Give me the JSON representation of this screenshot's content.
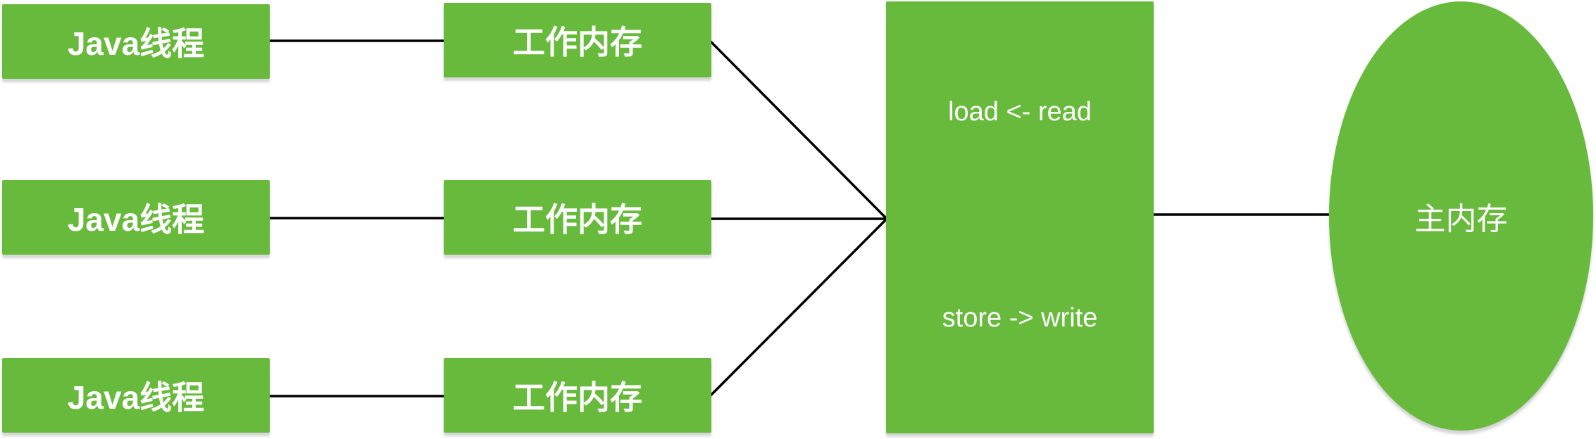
{
  "colors": {
    "node_fill": "#68ba3c",
    "node_text": "#ffffff",
    "connector": "#000000",
    "page_bg": "#ffffff"
  },
  "nodes": {
    "java_threads": [
      {
        "label": "Java线程"
      },
      {
        "label": "Java线程"
      },
      {
        "label": "Java线程"
      }
    ],
    "working_memories": [
      {
        "label": "工作内存"
      },
      {
        "label": "工作内存"
      },
      {
        "label": "工作内存"
      }
    ],
    "transfer_box": {
      "line1": "load <- read",
      "line2": "store -> write"
    },
    "main_memory": {
      "label": "主内存"
    }
  }
}
